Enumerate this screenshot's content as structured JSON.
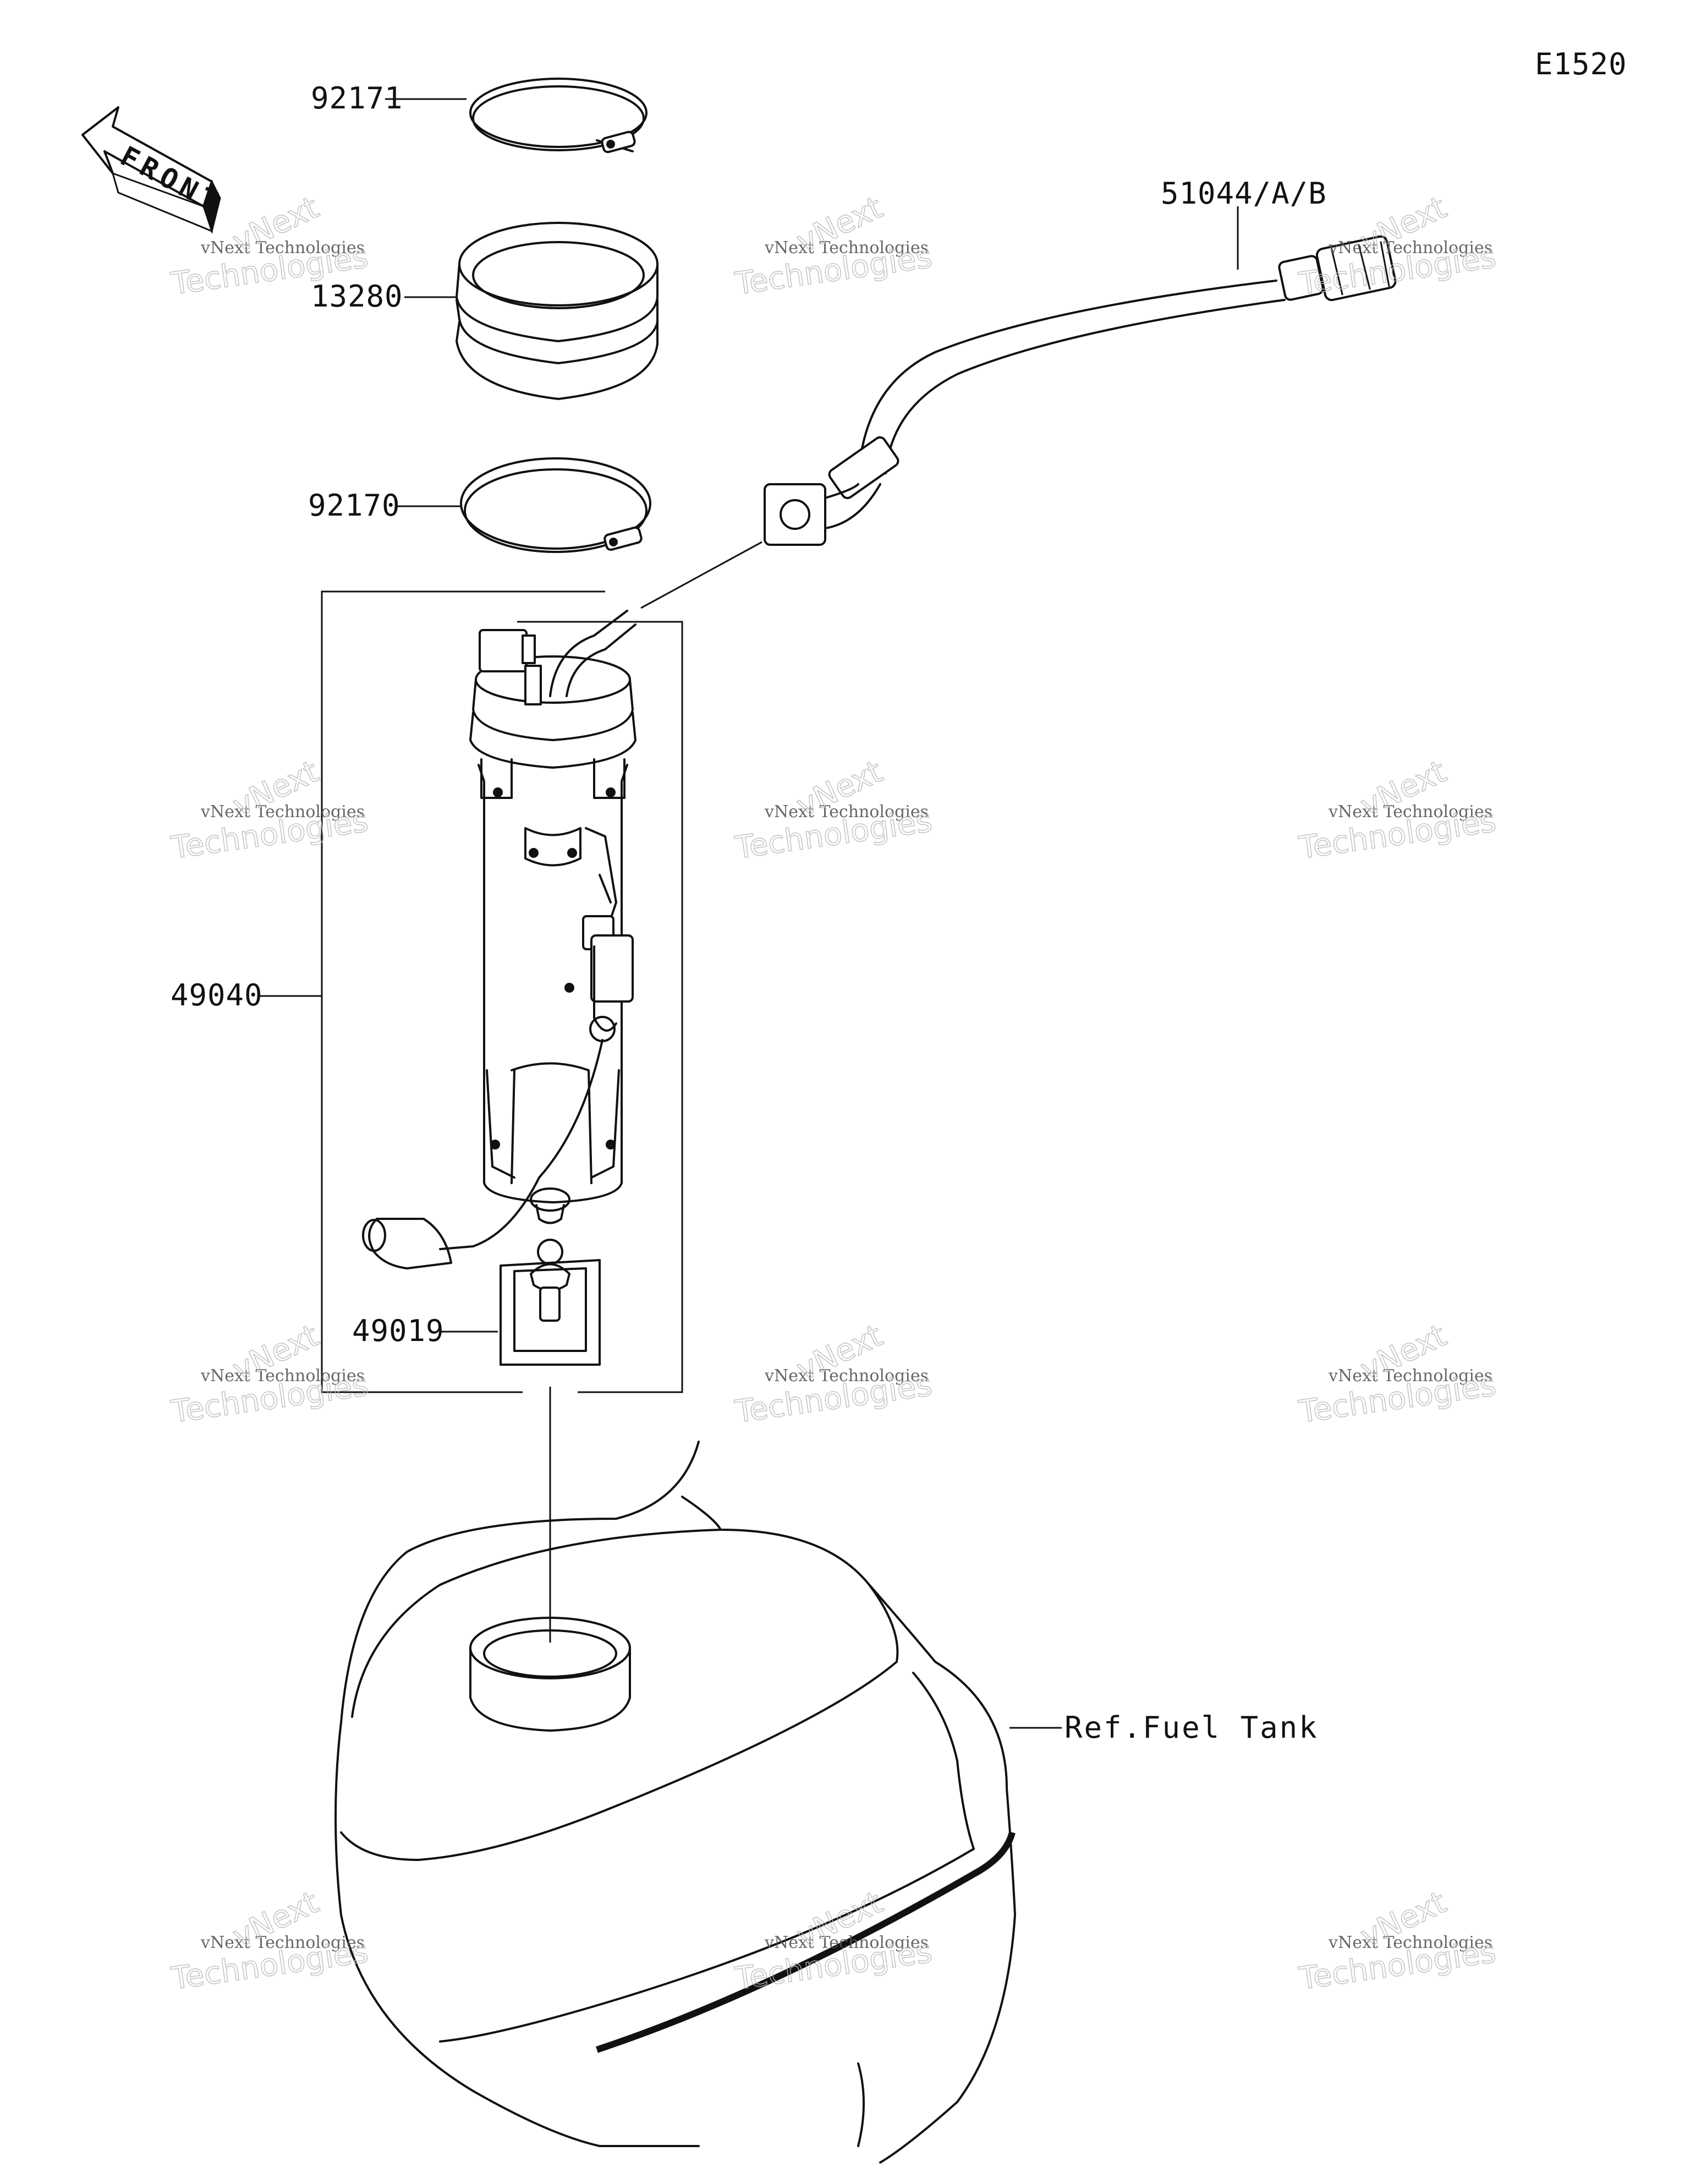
{
  "diagram": {
    "diagram_code": "E1520",
    "direction_indicator": "FRONT",
    "reference_label": "Ref.Fuel Tank",
    "parts": [
      {
        "number": "92171"
      },
      {
        "number": "13280"
      },
      {
        "number": "92170"
      },
      {
        "number": "51044/A/B"
      },
      {
        "number": "49040"
      },
      {
        "number": "49019"
      }
    ],
    "watermark": {
      "line_small": "vNext Technologies",
      "line_big": "Technologies",
      "line_big_top": "vNext"
    }
  }
}
